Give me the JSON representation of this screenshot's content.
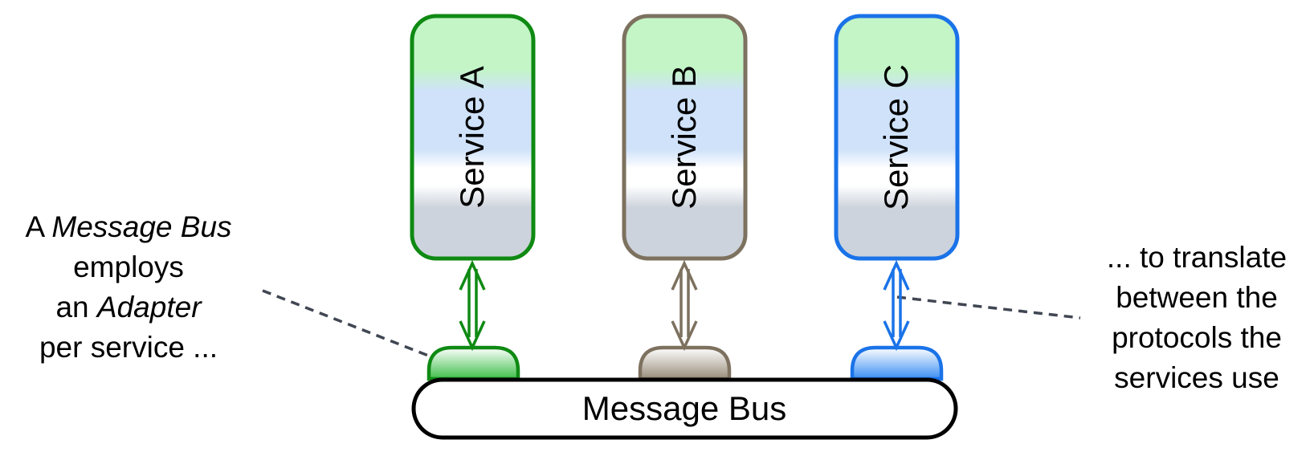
{
  "services": [
    {
      "label": "Service A",
      "color": "#0f8a13"
    },
    {
      "label": "Service B",
      "color": "#7d715f"
    },
    {
      "label": "Service C",
      "color": "#1a73e8"
    }
  ],
  "bus": {
    "label": "Message Bus"
  },
  "notes": {
    "left": {
      "line1_plain": "A ",
      "line1_italic": "Message Bus",
      "line2": "employs",
      "line3_plain": "an ",
      "line3_italic": "Adapter",
      "line4": "per service ..."
    },
    "right": {
      "line1": "... to translate",
      "line2": "between the",
      "line3": "protocols the",
      "line4": "services use"
    }
  },
  "colors": {
    "fill_green": "#c3f5c6",
    "fill_blue": "#cfe2fa",
    "fill_gray": "#cdd3dc",
    "bus_stroke": "#000000",
    "note_line": "#404652"
  }
}
